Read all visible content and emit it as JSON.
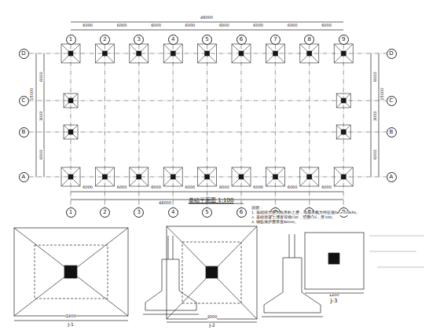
{
  "diagram": {
    "title": "基础平面图 1:100",
    "nodes": [
      {
        "text": [
          "1"
        ]
      },
      {
        "text": [
          "2"
        ]
      },
      {
        "text": [
          "3"
        ]
      },
      {
        "text": [
          "4"
        ]
      },
      {
        "text": [
          "5"
        ]
      },
      {
        "text": [
          "6"
        ]
      },
      {
        "text": [
          "7"
        ]
      },
      {
        "text": [
          "8"
        ]
      },
      {
        "text": [
          "9"
        ]
      },
      {
        "text": [
          "D"
        ]
      },
      {
        "text": [
          "C"
        ]
      },
      {
        "text": [
          "B"
        ]
      },
      {
        "text": [
          "A"
        ]
      },
      {
        "text": [
          "D"
        ]
      },
      {
        "text": [
          "C"
        ]
      },
      {
        "text": [
          "B"
        ]
      },
      {
        "text": [
          "A"
        ]
      },
      {
        "text": [
          "1"
        ]
      },
      {
        "text": [
          "2"
        ]
      },
      {
        "text": [
          "3"
        ]
      },
      {
        "text": [
          "4"
        ]
      },
      {
        "text": [
          "5"
        ]
      },
      {
        "text": [
          "6"
        ]
      },
      {
        "text": [
          "7"
        ]
      },
      {
        "text": [
          "8"
        ]
      },
      {
        "text": [
          "9"
        ]
      }
    ],
    "edges": [
      {
        "from": 0,
        "to": 17,
        "arrow": "none"
      },
      {
        "from": 1,
        "to": 18,
        "arrow": "none"
      },
      {
        "from": 2,
        "to": 19,
        "arrow": "none"
      },
      {
        "from": 3,
        "to": 20,
        "arrow": "none"
      },
      {
        "from": 4,
        "to": 21,
        "arrow": "none"
      },
      {
        "from": 5,
        "to": 22,
        "arrow": "none"
      },
      {
        "from": 6,
        "to": 23,
        "arrow": "none"
      },
      {
        "from": 7,
        "to": 24,
        "arrow": "none"
      },
      {
        "from": 8,
        "to": 25,
        "arrow": "none"
      },
      {
        "from": 9,
        "to": 13,
        "arrow": "none"
      },
      {
        "from": 10,
        "to": 14,
        "arrow": "none"
      },
      {
        "from": 11,
        "to": 15,
        "arrow": "none"
      },
      {
        "from": 12,
        "to": 16,
        "arrow": "none"
      }
    ],
    "labels": [
      "6000",
      "6000",
      "6000",
      "6000",
      "6000",
      "6000",
      "6000",
      "6000",
      "48000",
      "6000",
      "6000",
      "6000",
      "6000",
      "6000",
      "6000",
      "6000",
      "6000",
      "48000",
      "6000",
      "3000",
      "6000",
      "15000",
      "6000",
      "3000",
      "6000",
      "15000",
      "说明：",
      "1. 基础持力层为粉质粘土层，地基承载力特征值fak=150kPa。",
      "2. 基础混凝土强度等级C30，垫层C15，厚100。",
      "3. 钢筋保护层厚度40mm。",
      "J-1",
      "2400",
      "J-2",
      "2000",
      "J-3",
      "1200"
    ]
  }
}
